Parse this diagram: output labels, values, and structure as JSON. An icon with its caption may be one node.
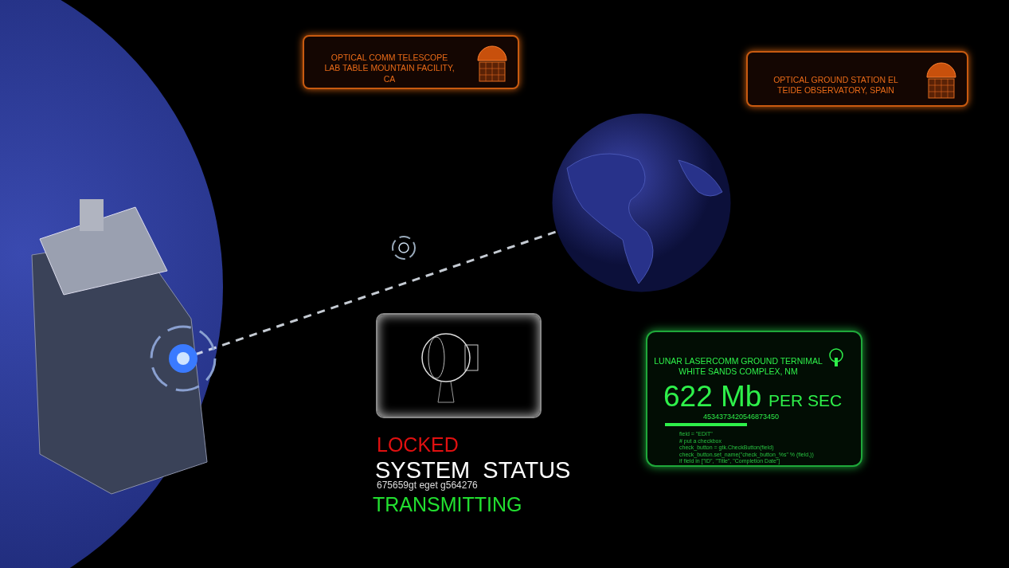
{
  "diagram": {
    "nodes": [
      {
        "text": [
          "OPTICAL COMM TELESCOPE LAB TABLE MOUNTAIN FACILITY, CA"
        ]
      },
      {
        "text": [
          "OPTICAL GROUND STATION EL TEIDE OBSERVATORY, SPAIN"
        ]
      },
      {
        "text": [],
        "shape": "picture"
      },
      {
        "text": [],
        "shape": "picture"
      },
      {
        "text": [],
        "shape": "picture"
      },
      {
        "text": [
          "LUNAR LASERCOMM GROUND TERNIMAL WHITE SANDS COMPLEX, NM",
          "622 Mb",
          "PER SEC",
          "4534373420546873450",
          "field = \"EDIT\"",
          "# put a checkbox",
          "check_button = gtk.CheckButton(field)",
          "check_button.set_name(\"check_button_%s\" % (field,))",
          "if field in [\"ID\", \"Title\", \"Completion Date\"]"
        ]
      }
    ],
    "edges": [
      {
        "from": 3,
        "to": 2,
        "arrow": "none",
        "style": "dashed"
      }
    ],
    "labels": [
      "LOCKED",
      "SYSTEM  STATUS",
      "675659gt eget g564276",
      "TRANSMITTING"
    ]
  }
}
